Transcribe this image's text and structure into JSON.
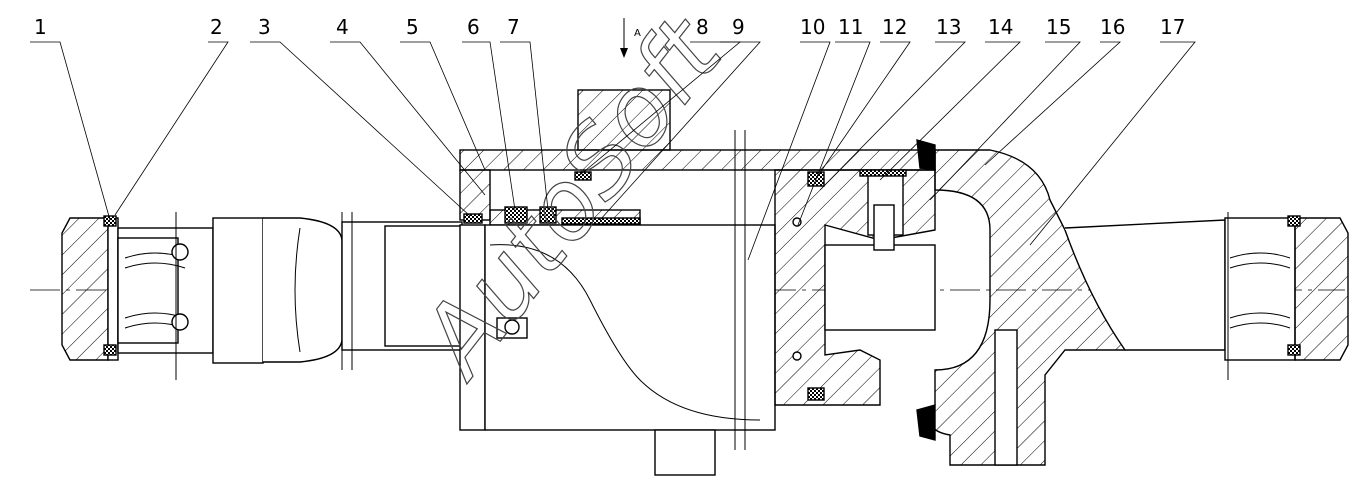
{
  "drawing": {
    "part_numbers": [
      "1",
      "2",
      "3",
      "4",
      "5",
      "6",
      "7",
      "8",
      "9",
      "10",
      "11",
      "12",
      "13",
      "14",
      "15",
      "16",
      "17"
    ],
    "section_view_label": "A",
    "watermark": "AutoSoft"
  }
}
